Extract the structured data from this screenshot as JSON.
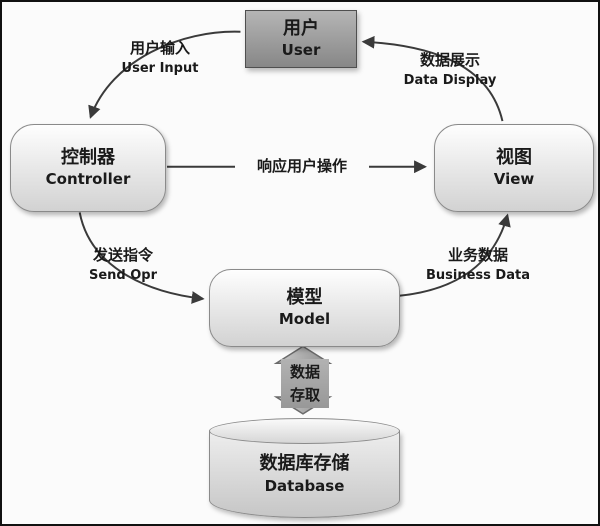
{
  "diagram": {
    "nodes": {
      "user": {
        "zh": "用户",
        "en": "User"
      },
      "controller": {
        "zh": "控制器",
        "en": "Controller"
      },
      "view": {
        "zh": "视图",
        "en": "View"
      },
      "model": {
        "zh": "模型",
        "en": "Model"
      },
      "database": {
        "zh": "数据库存储",
        "en": "Database"
      }
    },
    "edges": {
      "user_input": {
        "zh": "用户输入",
        "en": "User Input"
      },
      "data_display": {
        "zh": "数据展示",
        "en": "Data Display"
      },
      "respond": {
        "zh": "响应用户操作"
      },
      "send_opr": {
        "zh": "发送指令",
        "en": "Send Opr"
      },
      "business_data": {
        "zh": "业务数据",
        "en": "Business Data"
      },
      "data_access": {
        "line1": "数据",
        "line2": "存取"
      }
    },
    "colors": {
      "background": "#fbfbfb",
      "frame": "#111111",
      "node_border": "#8a8a8a",
      "user_fill": "#9a9a9a",
      "arrow": "#3a3a3a"
    }
  }
}
